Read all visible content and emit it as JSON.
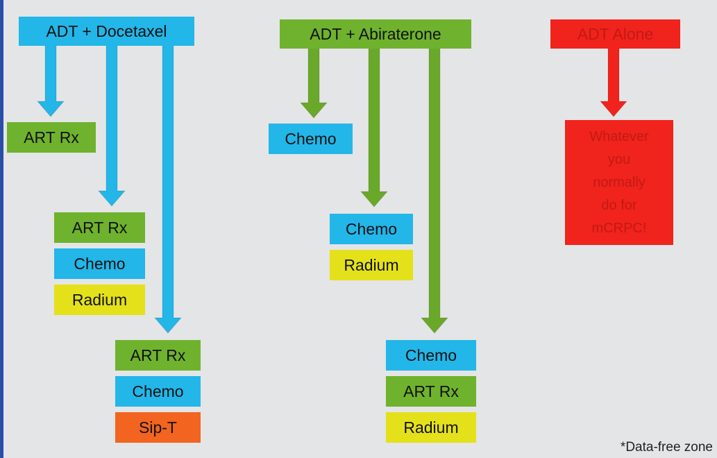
{
  "colors": {
    "background": "#e4e5e6",
    "blue": "#23b6e8",
    "green": "#6fb22e",
    "yellow": "#e4e11a",
    "orange": "#f2641f",
    "red": "#f0231d",
    "red_text": "#c21a14"
  },
  "columns": [
    {
      "header": "ADT + Docetaxel",
      "header_color": "blue",
      "arrow_color": "blue",
      "branches": [
        {
          "items": [
            {
              "label": "ART Rx",
              "color": "green"
            }
          ]
        },
        {
          "items": [
            {
              "label": "ART Rx",
              "color": "green"
            },
            {
              "label": "Chemo",
              "color": "blue"
            },
            {
              "label": "Radium",
              "color": "yellow"
            }
          ]
        },
        {
          "items": [
            {
              "label": "ART Rx",
              "color": "green"
            },
            {
              "label": "Chemo",
              "color": "blue"
            },
            {
              "label": "Sip-T",
              "color": "orange"
            }
          ]
        }
      ]
    },
    {
      "header": "ADT + Abiraterone",
      "header_color": "green",
      "arrow_color": "green",
      "branches": [
        {
          "items": [
            {
              "label": "Chemo",
              "color": "blue"
            }
          ]
        },
        {
          "items": [
            {
              "label": "Chemo",
              "color": "blue"
            },
            {
              "label": "Radium",
              "color": "yellow"
            }
          ]
        },
        {
          "items": [
            {
              "label": "Chemo",
              "color": "blue"
            },
            {
              "label": "ART Rx",
              "color": "green"
            },
            {
              "label": "Radium",
              "color": "yellow"
            }
          ]
        }
      ]
    },
    {
      "header": "ADT Alone",
      "header_color": "red",
      "arrow_color": "red",
      "branches": [
        {
          "items": [
            {
              "label": "Whatever you normally do for mCRPC!",
              "lines": [
                "Whatever",
                "you",
                "normally",
                "do for",
                "mCRPC!"
              ],
              "color": "red"
            }
          ]
        }
      ]
    }
  ],
  "footnote": "*Data-free zone"
}
